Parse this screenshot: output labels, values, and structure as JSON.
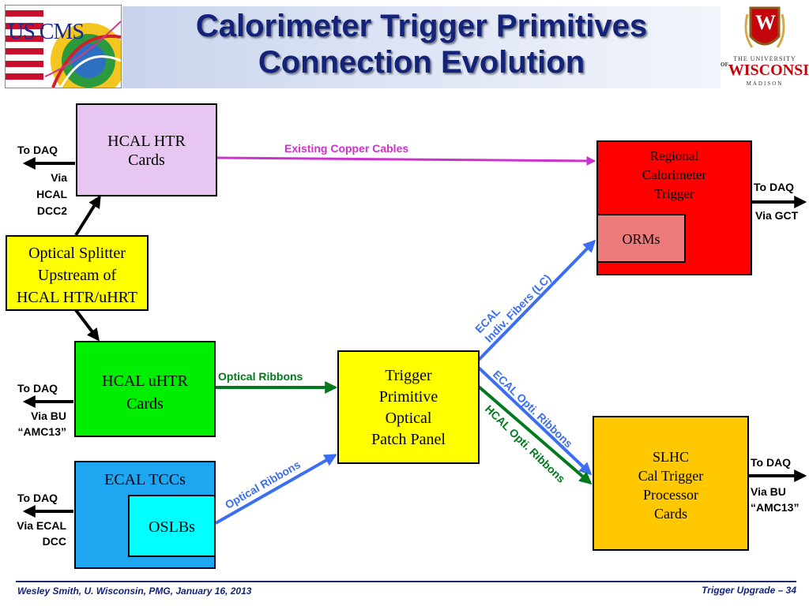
{
  "header": {
    "title_line1": "Calorimeter Trigger Primitives",
    "title_line2": "Connection Evolution",
    "left_logo_text": "US CMS",
    "right_logo": {
      "line1": "THE UNIVERSITY",
      "line2": "WISCONSIN",
      "line2_prefix": "OF",
      "line3": "MADISON",
      "crest_letter": "W"
    }
  },
  "boxes": {
    "hcal_htr": "HCAL HTR Cards",
    "optical_splitter": [
      "Optical Splitter",
      "Upstream of",
      "HCAL HTR/uHRT"
    ],
    "hcal_uhtr": [
      "HCAL uHTR",
      "Cards"
    ],
    "ecal_tccs": "ECAL TCCs",
    "oslbs": "OSLBs",
    "patch_panel": [
      "Trigger",
      "Primitive",
      "Optical",
      "Patch Panel"
    ],
    "rct": [
      "Regional",
      "Calorimeter",
      "Trigger"
    ],
    "orms": "ORMs",
    "slhc": [
      "SLHC",
      "Cal Trigger",
      "Processor",
      "Cards"
    ]
  },
  "daq_labels": {
    "htr": {
      "to": "To DAQ",
      "via": [
        "Via",
        "HCAL",
        "DCC2"
      ]
    },
    "uhtr": {
      "to": "To DAQ",
      "via": [
        "Via BU",
        "“AMC13”"
      ]
    },
    "ecal": {
      "to": "To DAQ",
      "via": [
        "Via ECAL",
        "DCC"
      ]
    },
    "rct": {
      "to": "To DAQ",
      "via": [
        "Via GCT"
      ]
    },
    "slhc": {
      "to": "To DAQ",
      "via": [
        "Via BU",
        "“AMC13”"
      ]
    }
  },
  "connections": {
    "copper": "Existing Copper Cables",
    "optical_ribbons_green": "Optical Ribbons",
    "optical_ribbons_blue": "Optical Ribbons",
    "ecal_indiv_line1": "ECAL",
    "ecal_indiv_line2": "Indiv. Fibers (LC)",
    "ecal_opti": "ECAL Opti. Ribbons",
    "hcal_opti": "HCAL Opti. Ribbons"
  },
  "colors": {
    "title": "#14237a",
    "hcal_htr": "#e8c6f2",
    "optical_splitter": "#ffff00",
    "hcal_uhtr": "#00ee00",
    "ecal_tccs": "#1ea7f0",
    "oslbs": "#00ffff",
    "patch_panel": "#ffff00",
    "rct": "#ff0000",
    "orms": "#ee7b7b",
    "slhc": "#ffc800",
    "copper_line": "#cc33cc",
    "green_line": "#007a1c",
    "blue_line": "#3b6ef0"
  },
  "footer": {
    "left": "Wesley Smith, U. Wisconsin, PMG, January 16, 2013",
    "right": "Trigger Upgrade  – 34"
  }
}
